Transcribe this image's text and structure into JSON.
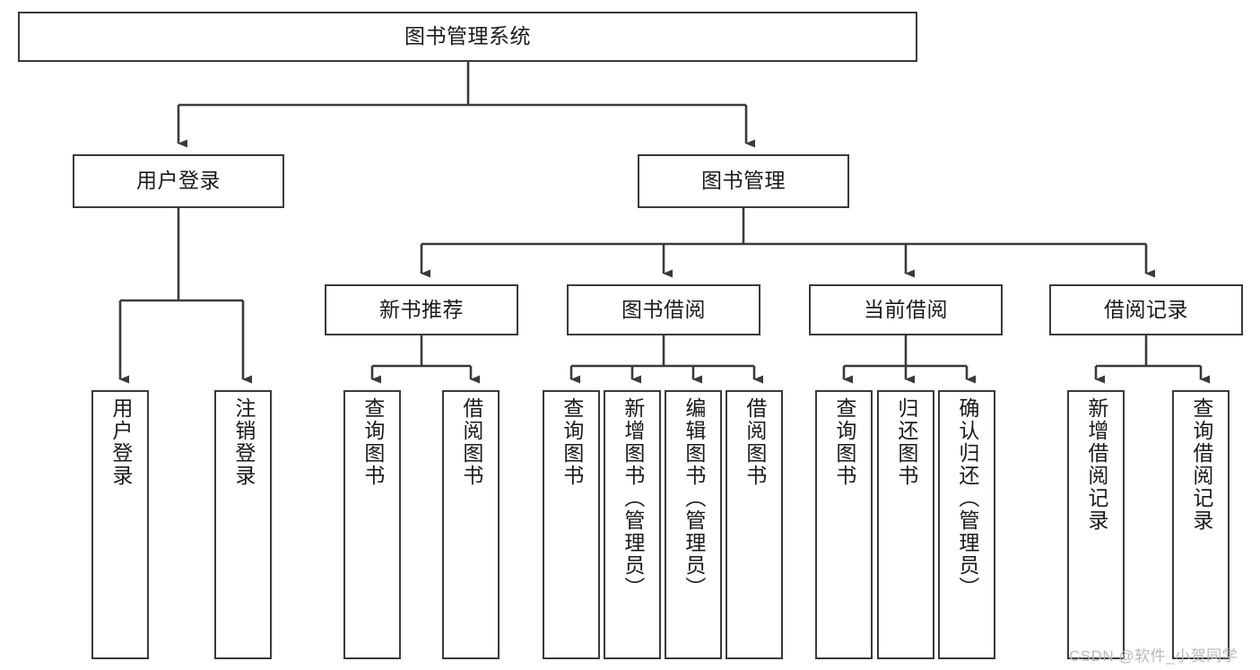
{
  "diagram": {
    "title": "图书管理系统",
    "type": "hierarchy-tree",
    "watermark": "CSDN @软件_小贺同学",
    "colors": {
      "box_border": "#3a3a3a",
      "box_fill": "#ffffff",
      "edge": "#3a3a3a",
      "text": "#1a1a1a",
      "watermark": "#b9b9b9",
      "background": "#ffffff"
    },
    "nodes": {
      "root": {
        "label": "图书管理系统"
      },
      "level2": [
        {
          "id": "user-login",
          "label": "用户登录"
        },
        {
          "id": "book-management",
          "label": "图书管理"
        }
      ],
      "level3": [
        {
          "id": "new-book-recommend",
          "label": "新书推荐"
        },
        {
          "id": "book-borrow",
          "label": "图书借阅"
        },
        {
          "id": "current-borrow",
          "label": "当前借阅"
        },
        {
          "id": "borrow-record",
          "label": "借阅记录"
        }
      ],
      "leaves": {
        "user_login": [
          {
            "id": "leaf-user-login",
            "label": "用户登录"
          },
          {
            "id": "leaf-logout",
            "label": "注销登录"
          }
        ],
        "new_book_recommend": [
          {
            "id": "leaf-query-book-1",
            "label": "查询图书"
          },
          {
            "id": "leaf-borrow-book-1",
            "label": "借阅图书"
          }
        ],
        "book_borrow": [
          {
            "id": "leaf-query-book-2",
            "label": "查询图书"
          },
          {
            "id": "leaf-add-book",
            "label": "新增图书（管理员）"
          },
          {
            "id": "leaf-edit-book",
            "label": "编辑图书（管理员）"
          },
          {
            "id": "leaf-borrow-book-2",
            "label": "借阅图书"
          }
        ],
        "current_borrow": [
          {
            "id": "leaf-query-book-3",
            "label": "查询图书"
          },
          {
            "id": "leaf-return-book",
            "label": "归还图书"
          },
          {
            "id": "leaf-confirm-return",
            "label": "确认归还（管理员）"
          }
        ],
        "borrow_record": [
          {
            "id": "leaf-add-record",
            "label": "新增借阅记录"
          },
          {
            "id": "leaf-query-record",
            "label": "查询借阅记录"
          }
        ]
      }
    }
  }
}
